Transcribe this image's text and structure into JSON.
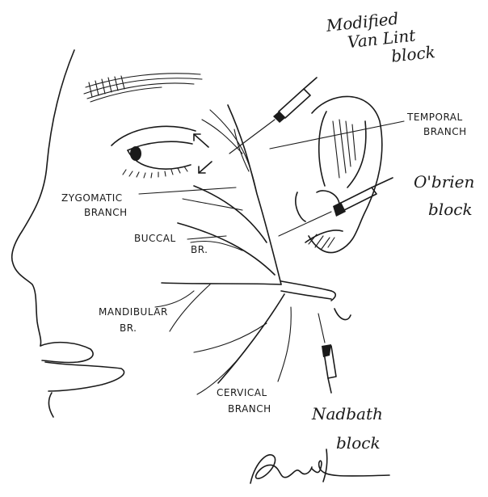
{
  "labels": {
    "modified_van_lint": [
      "Modified",
      "Van Lint",
      "block"
    ],
    "temporal": [
      "TEMPORAL",
      "BRANCH"
    ],
    "obrien": [
      "O'brien",
      "block"
    ],
    "zygomatic": [
      "ZYGOMATIC",
      "BRANCH"
    ],
    "buccal": [
      "BUCCAL",
      "BR."
    ],
    "mandibular": [
      "MANDIBULAR",
      "BR."
    ],
    "cervical": [
      "CERVICAL",
      "BRANCH"
    ],
    "nadbath": [
      "Nadbath",
      "block"
    ]
  },
  "colors": {
    "ink": "#1a1a1a",
    "background": "#ffffff"
  }
}
